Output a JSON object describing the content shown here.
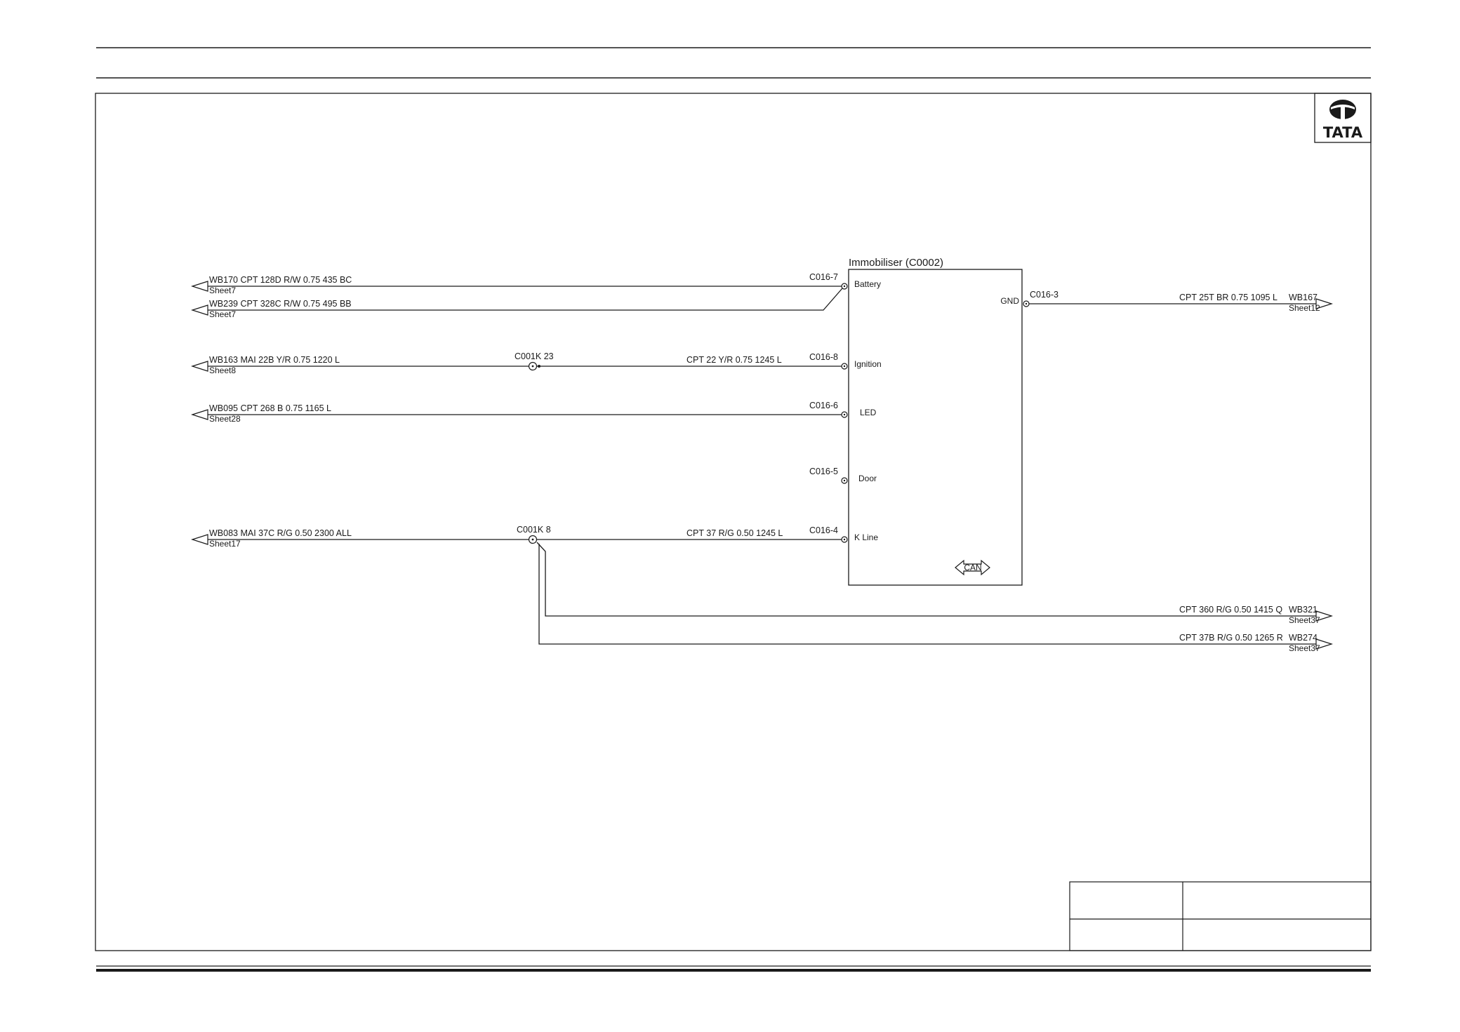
{
  "logo": {
    "text": "TATA"
  },
  "module": {
    "title": "Immobiliser  (C0002)",
    "pins": [
      {
        "connector": "C016-7",
        "label": "Battery"
      },
      {
        "connector": "C016-8",
        "label": "Ignition"
      },
      {
        "connector": "C016-6",
        "label": "LED"
      },
      {
        "connector": "C016-5",
        "label": "Door"
      },
      {
        "connector": "C016-4",
        "label": "K Line"
      }
    ],
    "gnd": {
      "connector": "C016-3",
      "label": "GND"
    },
    "can_label": "CAN"
  },
  "left_wires": [
    {
      "text": "WB170  CPT   128D  R/W  0.75  435  BC",
      "sheet": "Sheet7"
    },
    {
      "text": "WB239  CPT   328C  R/W  0.75  495  BB",
      "sheet": "Sheet7"
    },
    {
      "text": "WB163  MAI   22B  Y/R  0.75  1220  L",
      "sheet": "Sheet8"
    },
    {
      "text": "WB095  CPT   268  B  0.75  1165  L",
      "sheet": "Sheet28"
    },
    {
      "text": "WB083  MAI   37C  R/G  0.50  2300  ALL",
      "sheet": "Sheet17"
    }
  ],
  "splices": [
    {
      "label": "C001K  23"
    },
    {
      "label": "C001K  8"
    }
  ],
  "mid_wires": [
    {
      "text": "CPT      22  Y/R  0.75  1245  L"
    },
    {
      "text": "CPT      37  R/G  0.50  1245  L"
    }
  ],
  "right_wires": [
    {
      "text": "CPT  25T  BR  0.75  1095  L",
      "ref": "WB167",
      "sheet": "Sheet12"
    },
    {
      "text": "CPT  360  R/G  0.50  1415  Q",
      "ref": "WB321",
      "sheet": "Sheet37"
    },
    {
      "text": "CPT  37B  R/G  0.50  1265  R",
      "ref": "WB274",
      "sheet": "Sheet37"
    }
  ],
  "colors": {
    "line": "#1a1a1a",
    "background": "#ffffff"
  }
}
